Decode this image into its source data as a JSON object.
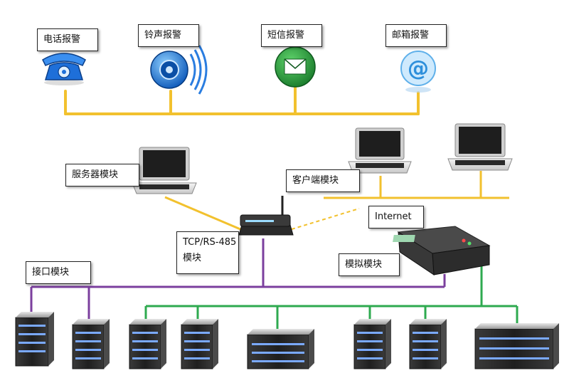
{
  "alarms": {
    "phone": "电话报警",
    "ring": "铃声报警",
    "sms": "短信报警",
    "email": "邮箱报警"
  },
  "modules": {
    "server": "服务器模块",
    "client": "客户端模块",
    "tcp_line1": "TCP/RS-485",
    "tcp_line2": "模块",
    "interface": "接口模块",
    "analog": "模拟模块",
    "internet": "Internet"
  },
  "colors": {
    "alarm_bus": "#f2c12e",
    "interface_bus": "#7b3f9e",
    "analog_bus": "#2eaa4f"
  }
}
